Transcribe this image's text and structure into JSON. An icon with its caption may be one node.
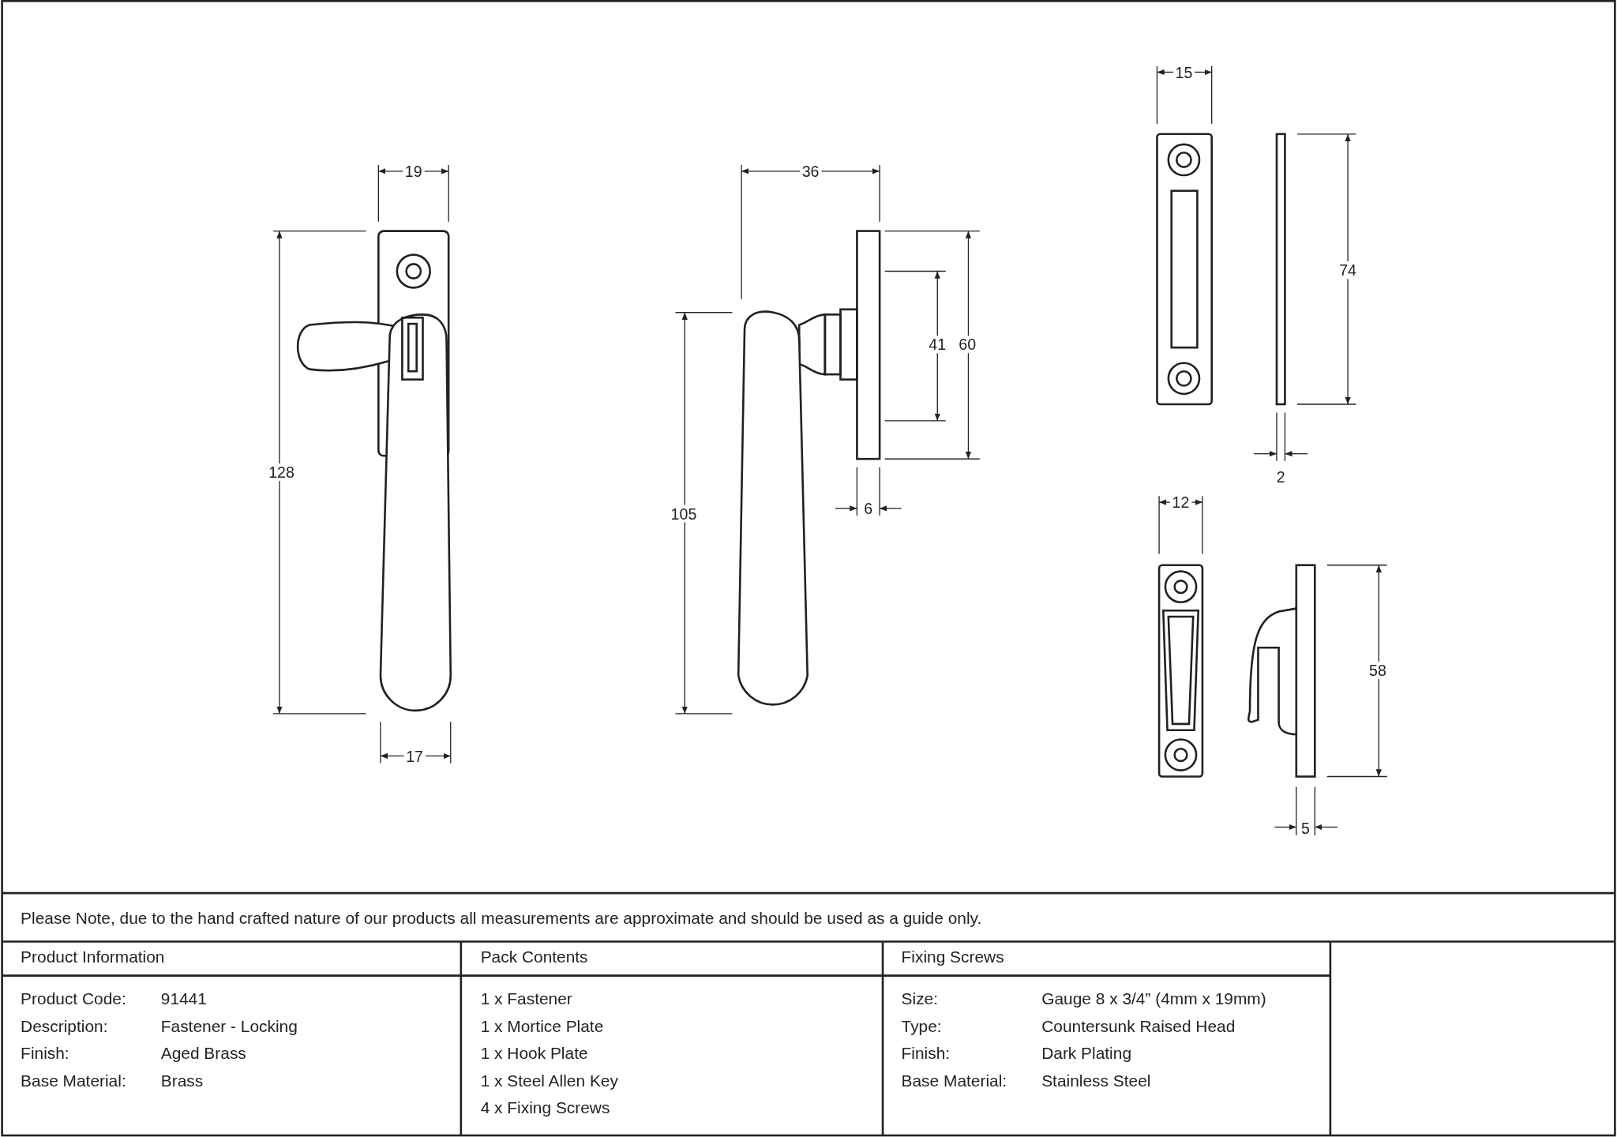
{
  "diagram": {
    "labels": [
      "15",
      "19",
      "36",
      "74",
      "41",
      "60",
      "128",
      "2",
      "12",
      "6",
      "105",
      "58",
      "17",
      "5",
      "Please Note, due to the hand crafted nature of our products all measurements are approximate and should be used as a guide only.",
      "Product Information",
      "Pack Contents",
      "Fixing Screws",
      "Product Code:",
      "91441",
      "1 x Fastener",
      "Size:",
      "Gauge 8 x 3/4” (4mm x 19mm)",
      "Description:",
      "Fastener - Locking",
      "1 x Mortice Plate",
      "Type:",
      "Countersunk Raised Head",
      "Finish:",
      "Aged Brass",
      "1 x Hook Plate",
      "Finish:",
      "Dark Plating",
      "Base Material:",
      "Brass",
      "1 x Steel Allen Key",
      "Base Material:",
      "Stainless Steel",
      "4 x Fixing Screws"
    ]
  }
}
